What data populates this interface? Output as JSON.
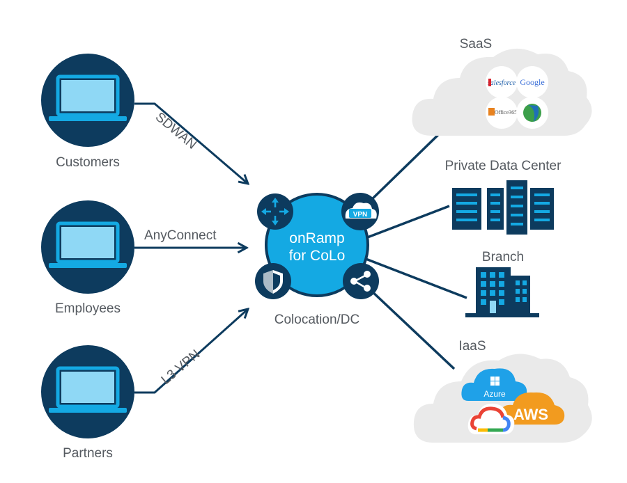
{
  "users": [
    {
      "label": "Customers"
    },
    {
      "label": "Employees"
    },
    {
      "label": "Partners"
    }
  ],
  "connections": {
    "sdwan": "SDWAN",
    "anyconnect": "AnyConnect",
    "l3vpn": "L3 VPN"
  },
  "hub": {
    "line1": "onRamp",
    "line2": "for CoLo",
    "vpn_badge": "VPN",
    "caption": "Colocation/DC"
  },
  "destinations": {
    "saas": {
      "label": "SaaS",
      "logos": {
        "salesforce": "salesforce",
        "google": "Google",
        "office": "Office365"
      }
    },
    "private_dc": {
      "label": "Private Data Center"
    },
    "branch": {
      "label": "Branch"
    },
    "iaas": {
      "label": "IaaS",
      "logos": {
        "azure": "Azure",
        "aws": "AWS"
      }
    }
  },
  "colors": {
    "navy": "#0d3b5e",
    "cyan": "#14a9e3",
    "screen": "#8fd8f5",
    "cloud_gray": "#eaeaea",
    "aws_orange": "#f29b1f",
    "azure_blue": "#1fa1e8"
  }
}
